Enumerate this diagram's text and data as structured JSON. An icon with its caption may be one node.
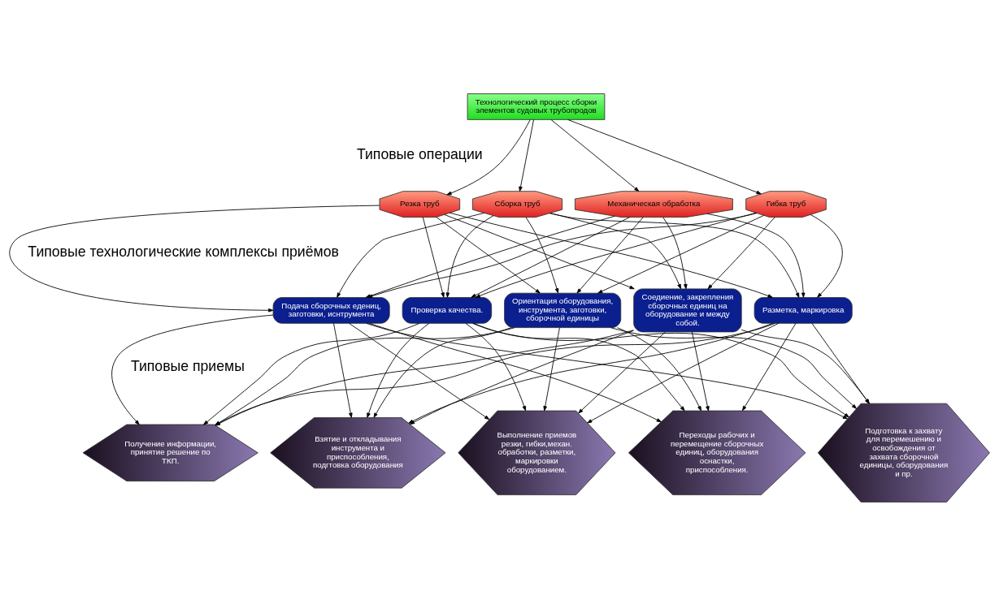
{
  "diagram": {
    "nodes": [
      {
        "text": [
          "Технологический процесс сборки элементов судовых трубопродов"
        ]
      },
      {
        "text": [
          "Резка труб"
        ]
      },
      {
        "text": [
          "Гибка труб"
        ]
      },
      {
        "text": [
          "Механическая обработка"
        ]
      },
      {
        "text": [
          "Сборка труб"
        ]
      },
      {
        "text": [
          "Подача сборочных едениц, заготовки, иснтрумента"
        ]
      },
      {
        "text": [
          "Ориентация оборудования, инструмента, заготовки, сборочной единицы"
        ]
      },
      {
        "text": [
          "Разметка, маркировка"
        ]
      },
      {
        "text": [
          "Соедиение, закрепления сборочных единиц на оборудование и между собой."
        ]
      },
      {
        "text": [
          "Проверка качества."
        ]
      },
      {
        "text": [
          "Получение информации, принятие решение по ТКП."
        ]
      },
      {
        "text": [
          "Взятие и откладывания инструмента и приспособления, подгтовка оборудования"
        ]
      },
      {
        "text": [
          "Подготовка к захвату для перемешению и освобождения от захвата сборочной единицы, оборудования и пр."
        ]
      },
      {
        "text": [
          "Переходы рабочих и перемещение сборочных единиц, оборудования оснастки, приспособления."
        ]
      },
      {
        "text": [
          "Выполнение приемов резки, гибки,механ. обработки, разметки, маркировки оборудованием."
        ]
      }
    ],
    "edges": [
      {
        "from": 0,
        "to": 1,
        "arrow": "to"
      },
      {
        "from": 0,
        "to": 2,
        "arrow": "to"
      },
      {
        "from": 0,
        "to": 3,
        "arrow": "to"
      },
      {
        "from": 0,
        "to": 4,
        "arrow": "to"
      },
      {
        "from": 1,
        "to": 5,
        "arrow": "to"
      },
      {
        "from": 1,
        "to": 6,
        "arrow": "to"
      },
      {
        "from": 1,
        "to": 7,
        "arrow": "to"
      },
      {
        "from": 1,
        "to": 8,
        "arrow": "to"
      },
      {
        "from": 1,
        "to": 9,
        "arrow": "to"
      },
      {
        "from": 2,
        "to": 5,
        "arrow": "to"
      },
      {
        "from": 2,
        "to": 6,
        "arrow": "to"
      },
      {
        "from": 2,
        "to": 7,
        "arrow": "to"
      },
      {
        "from": 2,
        "to": 8,
        "arrow": "to"
      },
      {
        "from": 2,
        "to": 9,
        "arrow": "to"
      },
      {
        "from": 3,
        "to": 5,
        "arrow": "to"
      },
      {
        "from": 3,
        "to": 6,
        "arrow": "to"
      },
      {
        "from": 3,
        "to": 7,
        "arrow": "to"
      },
      {
        "from": 3,
        "to": 8,
        "arrow": "to"
      },
      {
        "from": 3,
        "to": 9,
        "arrow": "to"
      },
      {
        "from": 4,
        "to": 5,
        "arrow": "to"
      },
      {
        "from": 4,
        "to": 6,
        "arrow": "to"
      },
      {
        "from": 4,
        "to": 7,
        "arrow": "to"
      },
      {
        "from": 4,
        "to": 8,
        "arrow": "to"
      },
      {
        "from": 4,
        "to": 9,
        "arrow": "to"
      },
      {
        "from": 5,
        "to": 10,
        "arrow": "to"
      },
      {
        "from": 5,
        "to": 11,
        "arrow": "to"
      },
      {
        "from": 5,
        "to": 12,
        "arrow": "to"
      },
      {
        "from": 5,
        "to": 13,
        "arrow": "to"
      },
      {
        "from": 5,
        "to": 14,
        "arrow": "to"
      },
      {
        "from": 6,
        "to": 10,
        "arrow": "to"
      },
      {
        "from": 6,
        "to": 11,
        "arrow": "to"
      },
      {
        "from": 6,
        "to": 12,
        "arrow": "to"
      },
      {
        "from": 6,
        "to": 13,
        "arrow": "to"
      },
      {
        "from": 6,
        "to": 14,
        "arrow": "to"
      },
      {
        "from": 7,
        "to": 10,
        "arrow": "to"
      },
      {
        "from": 7,
        "to": 11,
        "arrow": "to"
      },
      {
        "from": 7,
        "to": 12,
        "arrow": "to"
      },
      {
        "from": 7,
        "to": 13,
        "arrow": "to"
      },
      {
        "from": 7,
        "to": 14,
        "arrow": "to"
      },
      {
        "from": 8,
        "to": 10,
        "arrow": "to"
      },
      {
        "from": 8,
        "to": 11,
        "arrow": "to"
      },
      {
        "from": 8,
        "to": 12,
        "arrow": "to"
      },
      {
        "from": 8,
        "to": 13,
        "arrow": "to"
      },
      {
        "from": 8,
        "to": 14,
        "arrow": "to"
      },
      {
        "from": 9,
        "to": 10,
        "arrow": "to"
      },
      {
        "from": 9,
        "to": 11,
        "arrow": "to"
      },
      {
        "from": 9,
        "to": 12,
        "arrow": "to"
      },
      {
        "from": 9,
        "to": 13,
        "arrow": "to"
      },
      {
        "from": 9,
        "to": 14,
        "arrow": "to"
      }
    ],
    "labels": [
      "Типовые операции",
      "Типовые технологические комплексы приёмов",
      "Типовые приемы"
    ]
  }
}
